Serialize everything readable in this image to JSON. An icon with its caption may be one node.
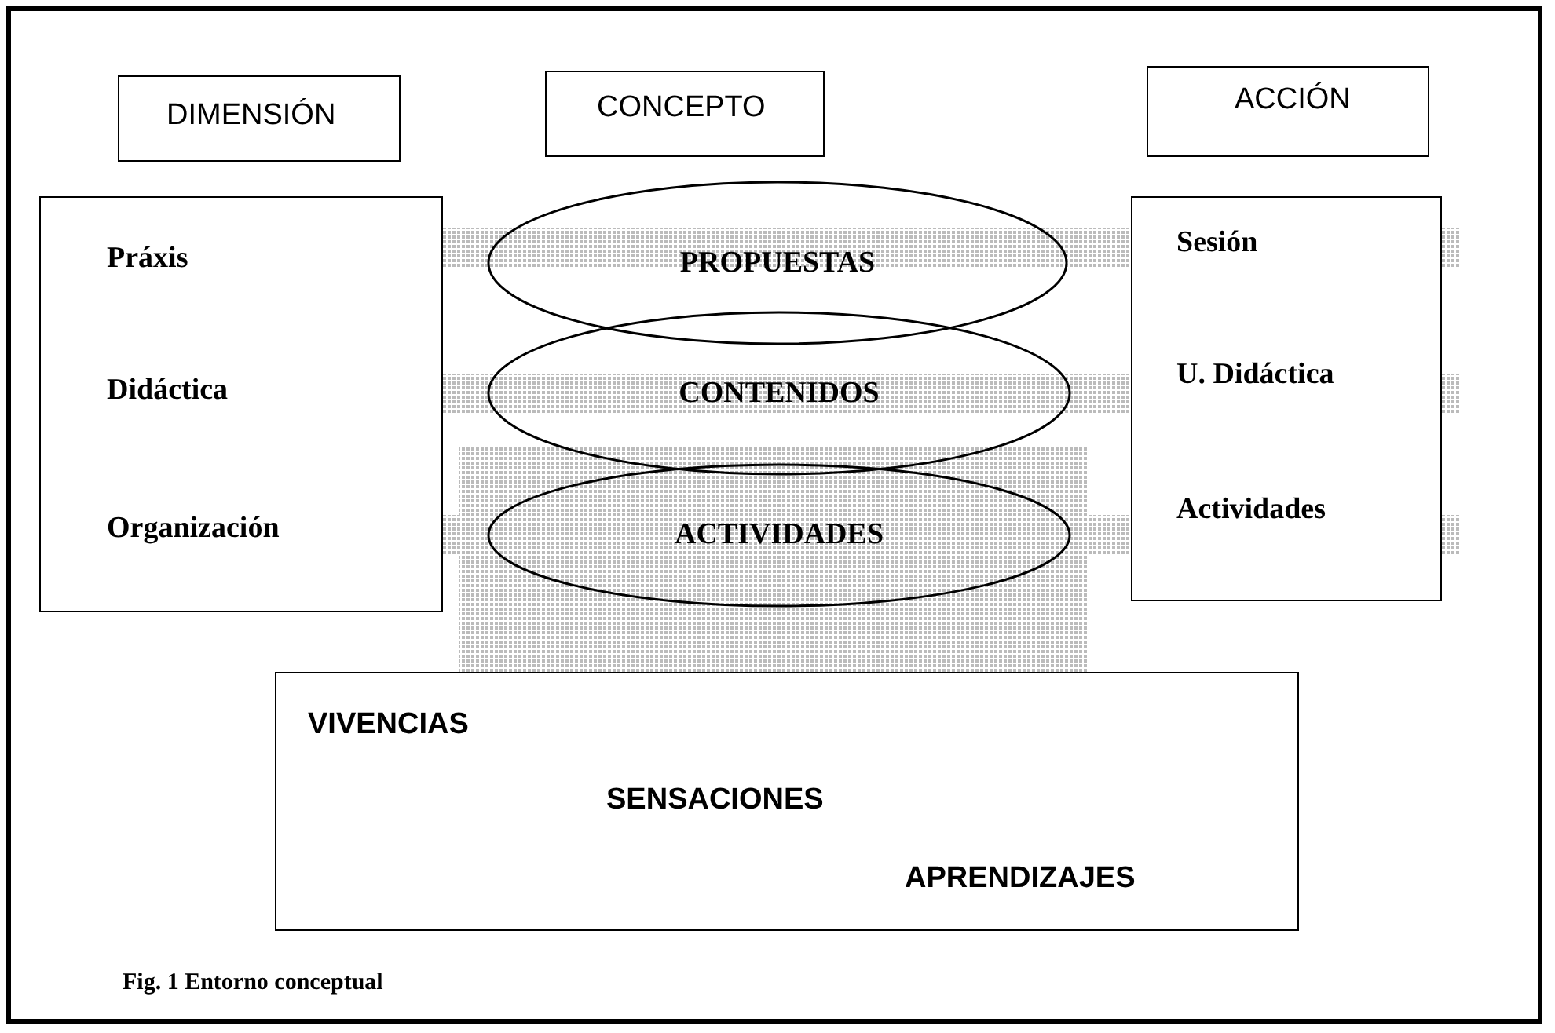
{
  "diagram": {
    "caption": "Fig. 1 Entorno conceptual",
    "nodes": [
      {
        "text": [
          "DIMENSIÓN"
        ]
      },
      {
        "text": [
          "CONCEPTO"
        ]
      },
      {
        "text": [
          "ACCIÓN"
        ]
      },
      {
        "text": [
          "Práxis",
          "Didáctica",
          "Organización"
        ]
      },
      {
        "text": [
          "PROPUESTAS"
        ]
      },
      {
        "text": [
          "CONTENIDOS"
        ]
      },
      {
        "text": [
          "ACTIVIDADES"
        ]
      },
      {
        "text": [
          "Sesión",
          "U. Didáctica",
          "Actividades"
        ]
      },
      {
        "text": [
          "VIVENCIAS",
          "SENSACIONES",
          "APRENDIZAJES"
        ]
      }
    ],
    "edges": []
  }
}
